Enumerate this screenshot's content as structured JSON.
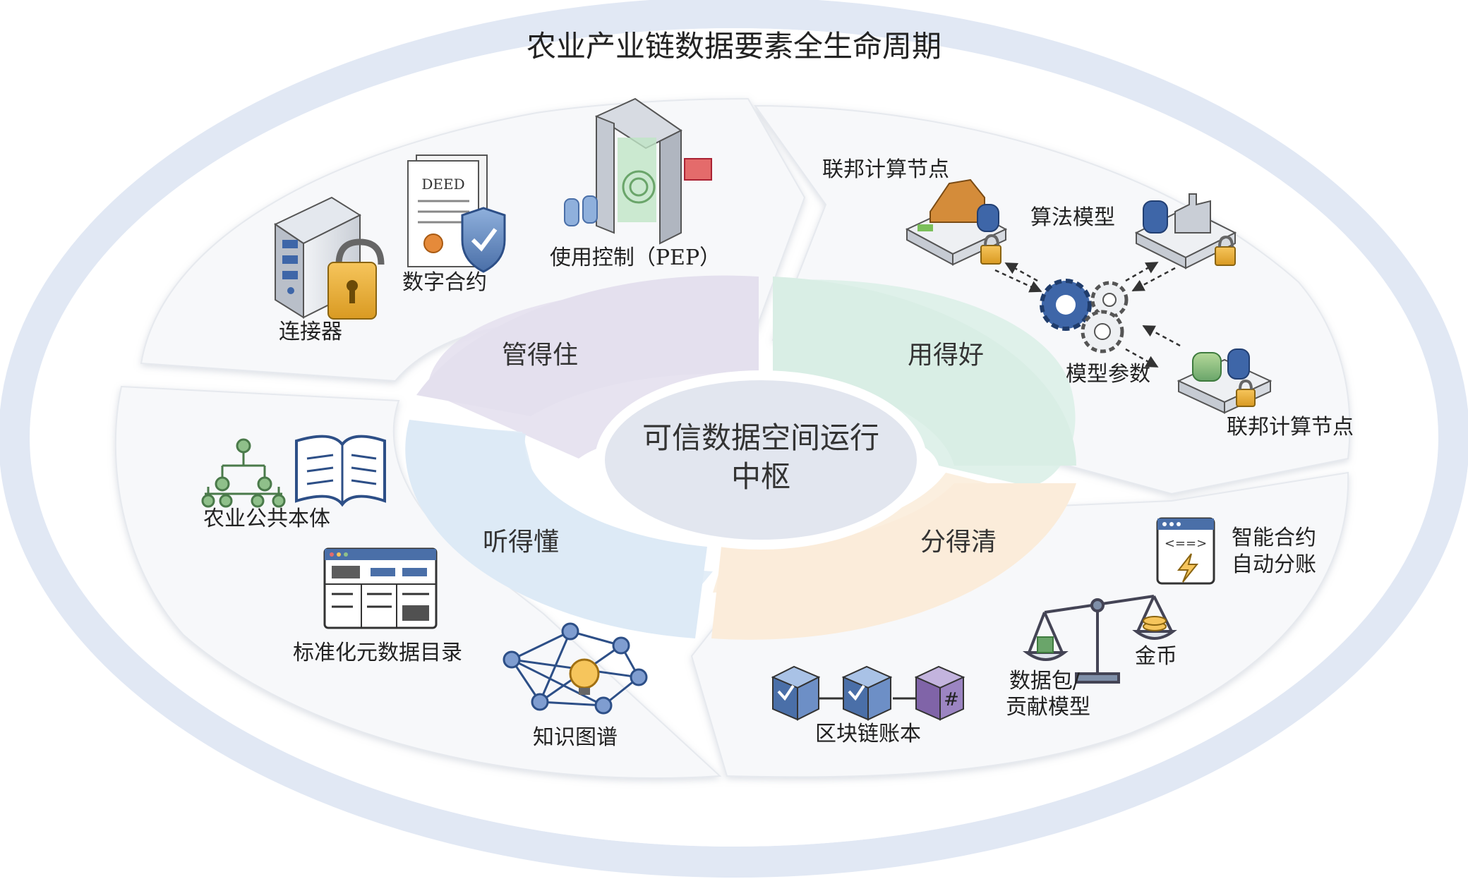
{
  "title": "农业产业链数据要素全生命周期",
  "center": {
    "line1": "可信数据空间运行",
    "line2": "中枢"
  },
  "quadrants": {
    "manage": "管得住",
    "use": "用得好",
    "understand": "听得懂",
    "share": "分得清"
  },
  "labels": {
    "connector": "连接器",
    "contract": "数字合约",
    "pep": "使用控制（PEP）",
    "deed": "DEED",
    "fed_node_top": "联邦计算节点",
    "algorithm_model": "算法模型",
    "model_params": "模型参数",
    "fed_node_bottom": "联邦计算节点",
    "ontology": "农业公共本体",
    "metadata_catalog": "标准化元数据目录",
    "knowledge_graph": "知识图谱",
    "smart_contract_l1": "智能合约",
    "smart_contract_l2": "自动分账",
    "gold_coin": "金币",
    "data_pkg_l1": "数据包/",
    "data_pkg_l2": "贡献模型",
    "blockchain_ledger": "区块链账本",
    "hash": "#"
  },
  "colors": {
    "outer_ring": "#dfe7f3",
    "manage_band": "#e4e0ee",
    "use_band": "#dcefe8",
    "understand_band": "#e0ecf7",
    "share_band": "#fbeedd",
    "hub": "#e2e6ef",
    "icon_blue": "#4a6fa8",
    "icon_gold": "#e8a93a",
    "icon_green": "#6aa56a",
    "icon_purple": "#8064a8"
  }
}
